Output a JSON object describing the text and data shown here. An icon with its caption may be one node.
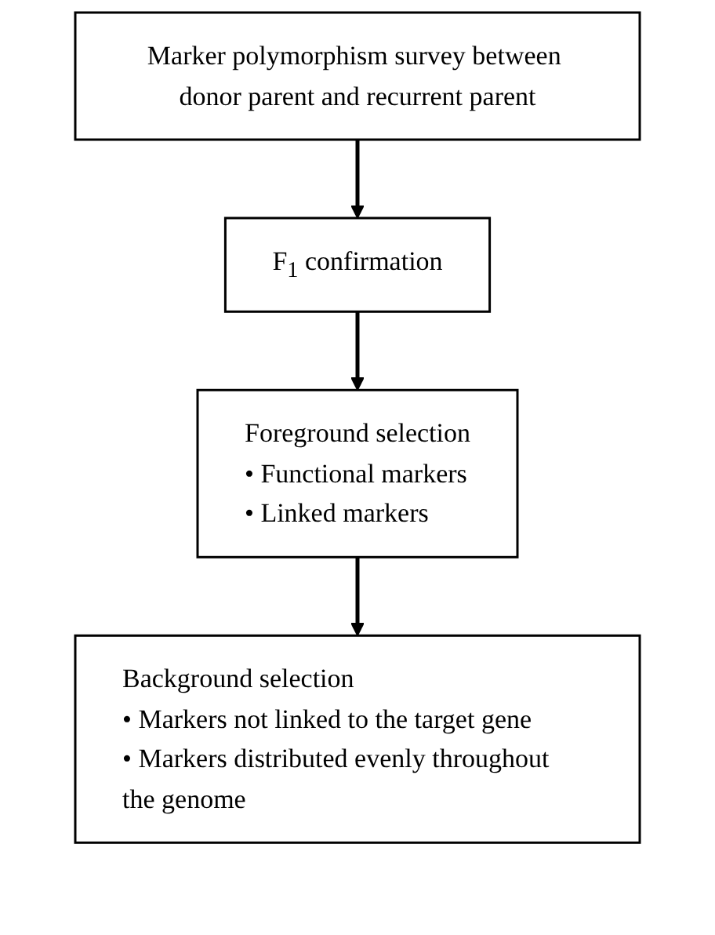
{
  "diagram": {
    "nodes": [
      {
        "text": [
          "Marker polymorphism survey between donor parent and recurrent parent"
        ]
      },
      {
        "text": [
          "F$_{1}$ confirmation"
        ]
      },
      {
        "text": [
          "Foreground selection",
          "• Functional markers",
          "• Linked markers"
        ]
      },
      {
        "text": [
          "Background selection",
          "• Markers not linked to the target gene",
          "• Markers distributed evenly throughout the genome"
        ]
      }
    ],
    "edges": [
      {
        "from": 0,
        "to": 1,
        "arrow": "to"
      },
      {
        "from": 1,
        "to": 2,
        "arrow": "to"
      },
      {
        "from": 2,
        "to": 3,
        "arrow": "to"
      }
    ]
  }
}
